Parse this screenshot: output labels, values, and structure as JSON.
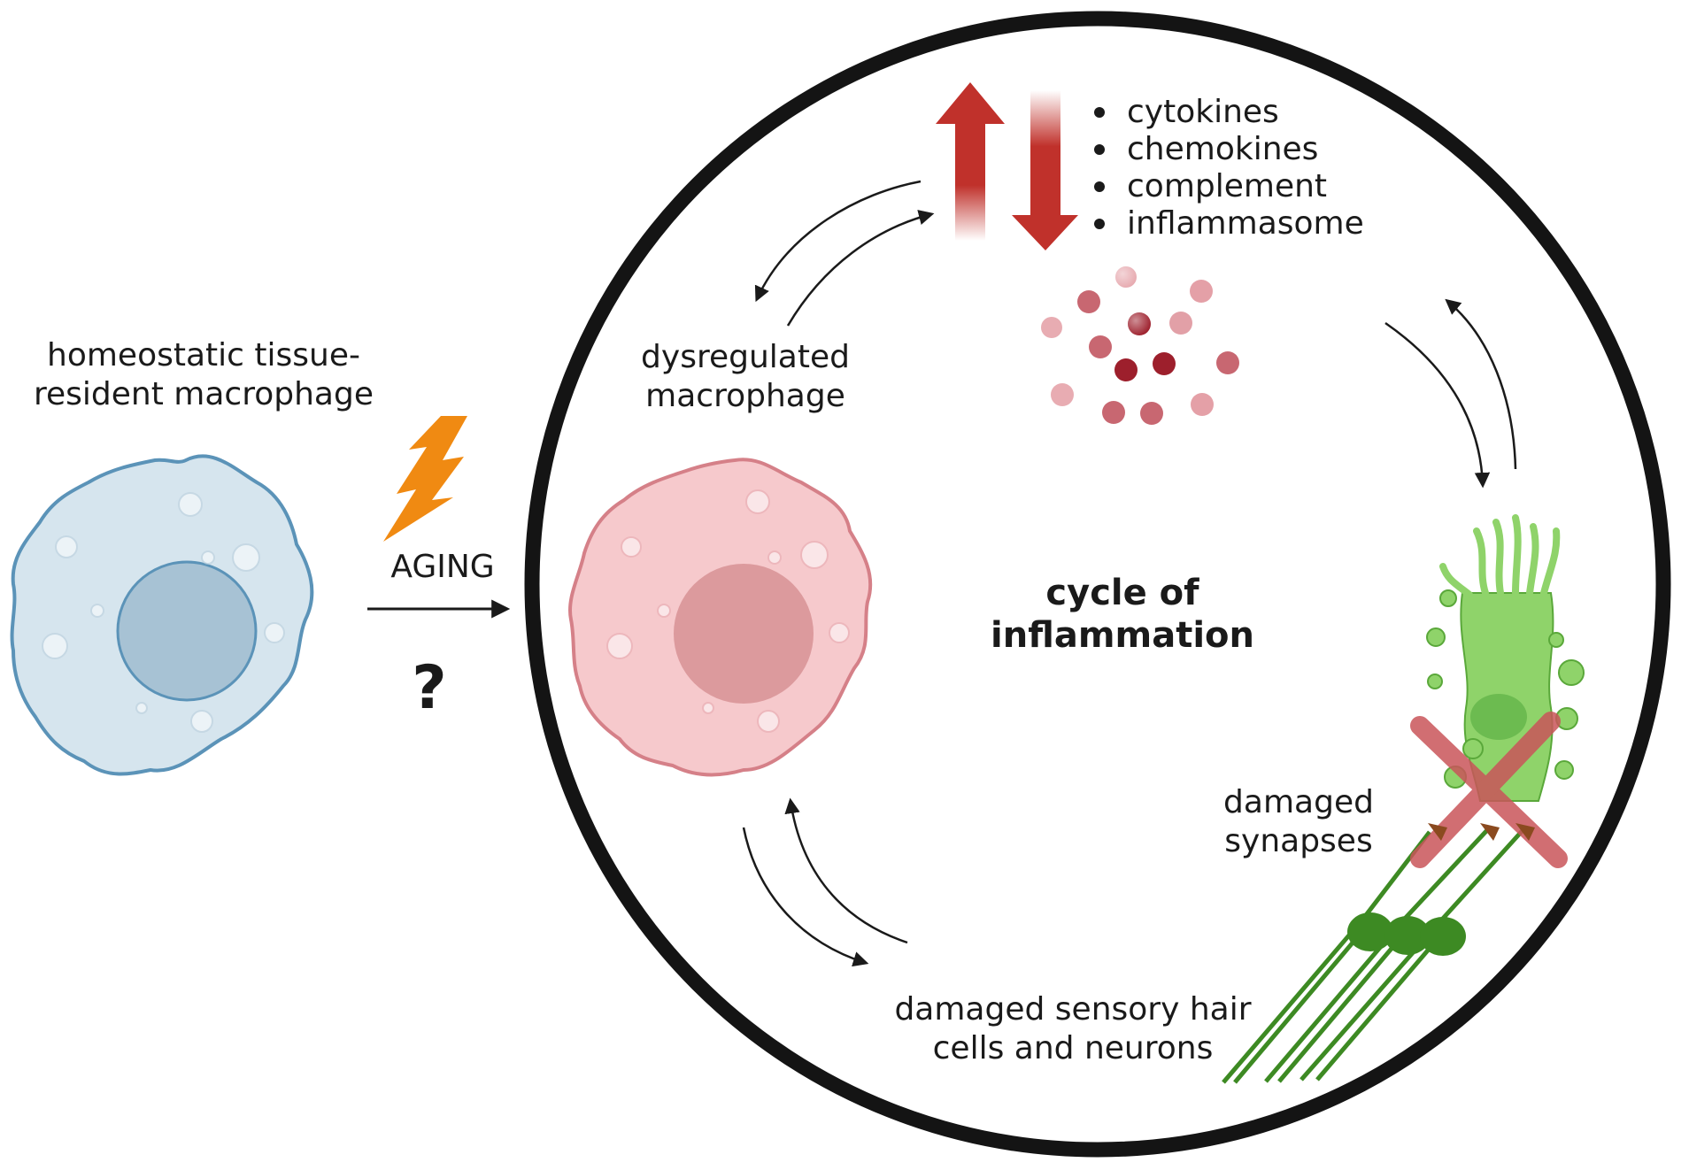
{
  "left_cell": {
    "label_line1": "homeostatic tissue-",
    "label_line2": "resident macrophage",
    "fill": "#d6e5ee",
    "stroke": "#5b93b8",
    "nucleus": "#a7c2d4"
  },
  "transition": {
    "aging_label": "AGING",
    "question_mark": "?",
    "icon": "lightning-bolt-icon",
    "bolt_color": "#f08a12"
  },
  "cycle": {
    "title_line1": "cycle of",
    "title_line2": "inflammation",
    "ring_color": "#141414",
    "dysregulated_line1": "dysregulated",
    "dysregulated_line2": "macrophage",
    "dysregulated_fill": "#f6c9cc",
    "dysregulated_stroke": "#d58088",
    "dysregulated_nucleus": "#dc9a9d",
    "up_down_arrows_color": "#c0312b",
    "mediators": [
      "cytokines",
      "chemokines",
      "complement",
      "inflammasome"
    ],
    "damaged_synapses_line1": "damaged",
    "damaged_synapses_line2": "synapses",
    "damaged_cells_line1": "damaged sensory hair",
    "damaged_cells_line2": "cells and neurons",
    "hair_cell_color": "#8fd36a",
    "neuron_color": "#3d8a23",
    "cross_color": "#c9555a"
  }
}
